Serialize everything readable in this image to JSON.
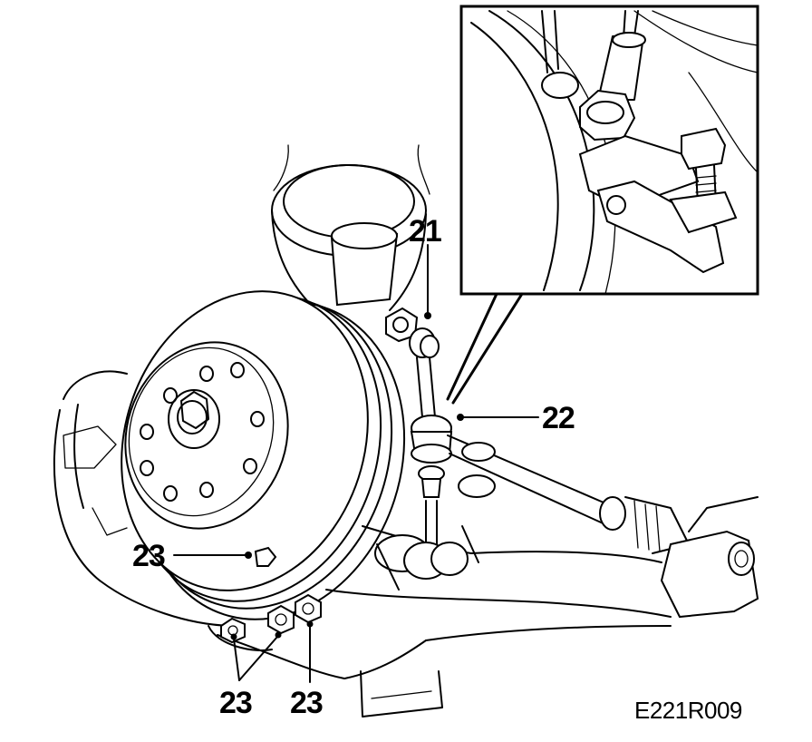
{
  "callouts": {
    "c21": "21",
    "c22": "22",
    "c23_left": "23",
    "c23_bottom_a": "23",
    "c23_bottom_b": "23"
  },
  "figure_id": "E221R009",
  "colors": {
    "ink": "#000000",
    "paper": "#ffffff"
  }
}
